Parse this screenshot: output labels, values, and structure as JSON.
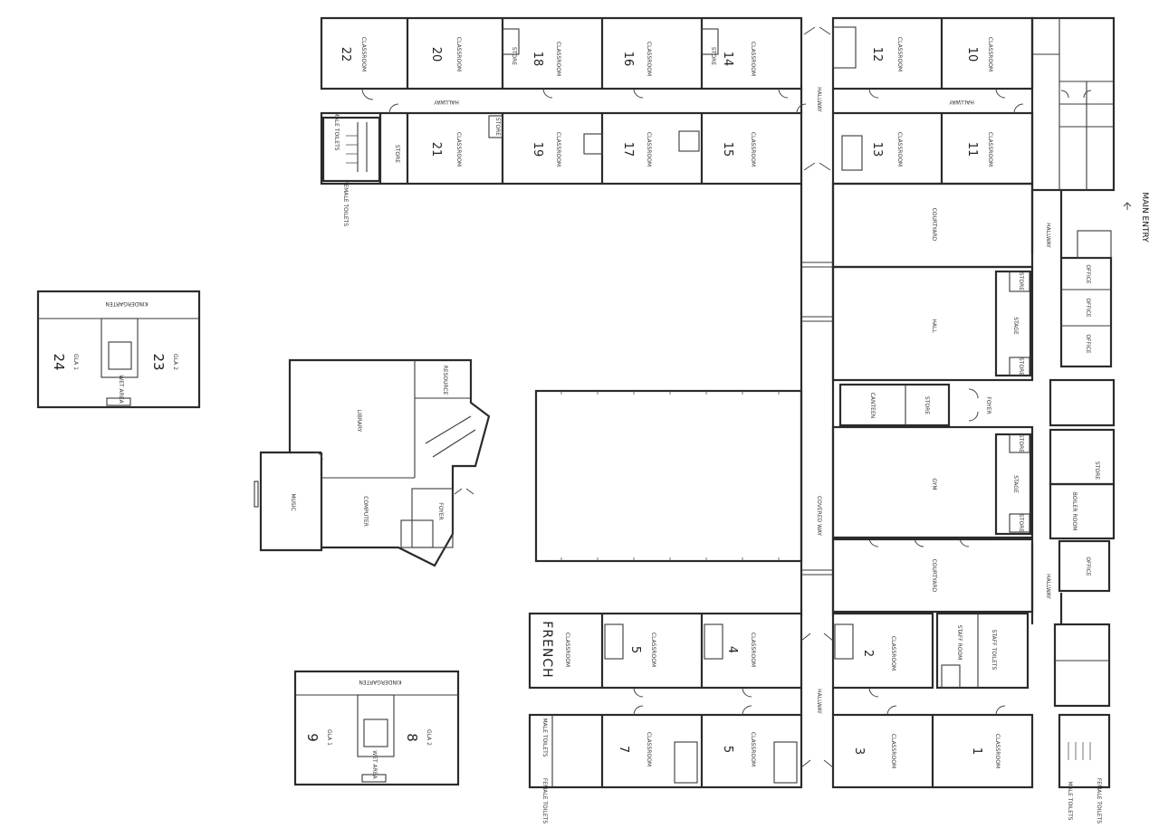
{
  "labels": {
    "classroom": "CLASSROOM",
    "store": "STORE",
    "hallway": "HALLWAY",
    "courtyard": "COURTYARD",
    "hall": "HALL",
    "gym": "GYM",
    "stage": "STAGE",
    "foyer": "FOYER",
    "library": "LIBRARY",
    "music": "MUSIC",
    "office": "OFFICE",
    "canteen": "CANTEEN",
    "male_toilets": "MALE TOILETS",
    "female_toilets": "FEMALE TOILETS",
    "staff_room": "STAFF ROOM",
    "staff_toilets": "STAFF TOILETS",
    "boiler_room": "BOILER ROOM",
    "covered_way": "COVERED WAY",
    "resource": "RESOURCE",
    "computer": "COMPUTER",
    "wet_area": "WET AREA",
    "kindergarten_lab": "KINDERGARTEN",
    "french": "FRENCH",
    "main_entry": "MAIN ENTRY"
  },
  "rooms_top_row": [
    "22",
    "20",
    "18",
    "16",
    "14",
    "12",
    "10"
  ],
  "rooms_second_row": [
    "21",
    "19",
    "17",
    "15",
    "13",
    "11"
  ],
  "rooms_bottom_upper": [
    "5",
    "4",
    "2"
  ],
  "rooms_bottom_lower": [
    "7",
    "5",
    "3",
    "1"
  ],
  "portable_a": [
    "24",
    "23"
  ],
  "portable_b": [
    "9",
    "8"
  ],
  "portable_sub_a": [
    "GLA 1",
    "GLA 2"
  ],
  "portable_sub_b": [
    "GLA 1",
    "GLA 2"
  ]
}
